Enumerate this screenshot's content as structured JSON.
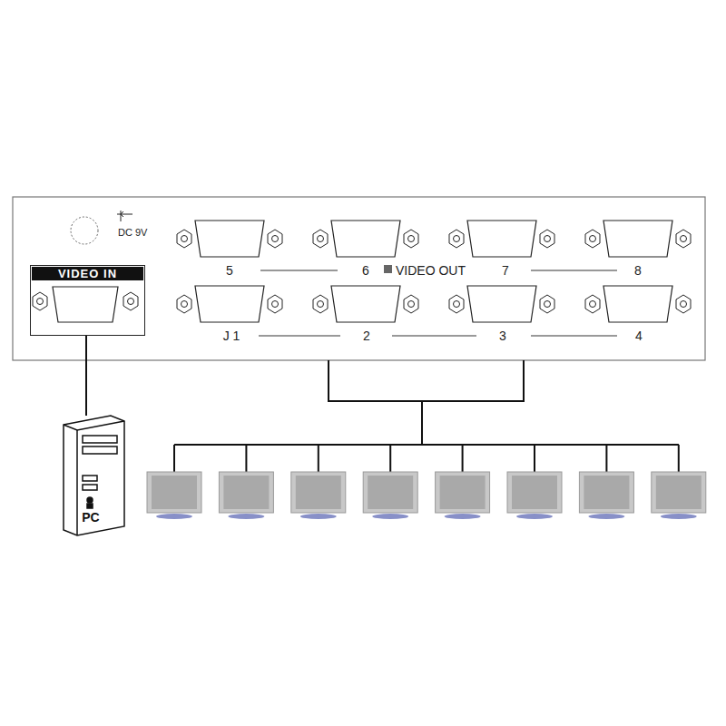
{
  "diagram": {
    "nodes": [
      {
        "text": [
          "VIDEO IN"
        ]
      },
      {
        "text": [
          "PC"
        ]
      }
    ],
    "edges": [
      {
        "from": 1,
        "to": 0,
        "arrow": "none"
      }
    ],
    "labels": [
      "DC 9V",
      "5",
      "6",
      "VIDEO OUT",
      "7",
      "8",
      "J 1",
      "2",
      "3",
      "4"
    ]
  }
}
